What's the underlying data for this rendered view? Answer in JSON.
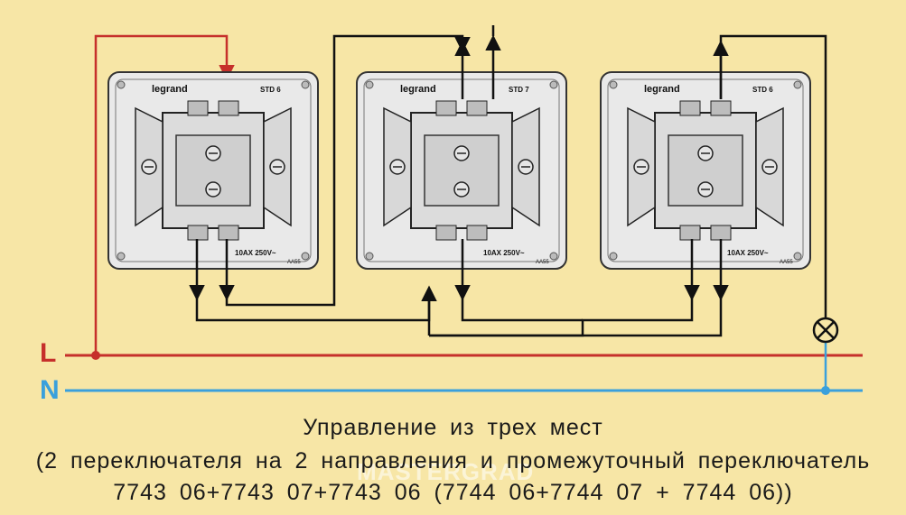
{
  "lines": {
    "phase_label": "L",
    "neutral_label": "N",
    "phase_color": "#c6302b",
    "neutral_color": "#3aa0dc",
    "wire_color": "#111111"
  },
  "switches": [
    {
      "id": "left",
      "brand": "legrand",
      "model": "STD 6",
      "rating": "10AX  250V~",
      "mark": "AA55"
    },
    {
      "id": "middle",
      "brand": "legrand",
      "model": "STD 7",
      "rating": "10AX  250V~",
      "mark": "AA55"
    },
    {
      "id": "right",
      "brand": "legrand",
      "model": "STD 6",
      "rating": "10AX  250V~",
      "mark": "AA55"
    }
  ],
  "lamp": {
    "icon": "lamp-icon"
  },
  "caption": {
    "line1": "Управление из трех мест",
    "line2": "(2 переключателя на 2 направления и промежуточный переключатель",
    "line3": "7743 06+7743 07+7743 06 (7744 06+7744 07 + 7744 06))"
  },
  "watermark": "MASTERGRAD"
}
